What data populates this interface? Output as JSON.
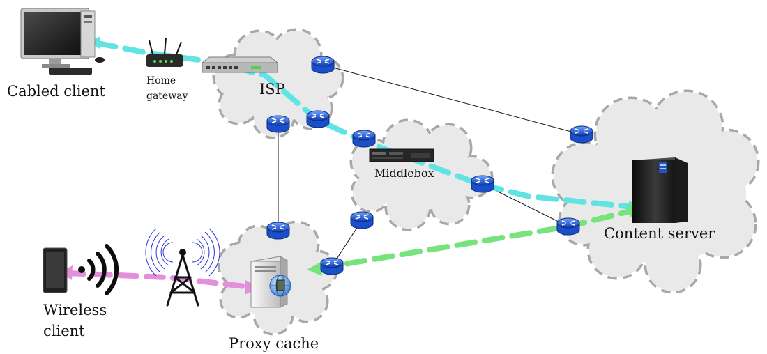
{
  "labels": {
    "cabled_client": "Cabled client",
    "home_gateway_line1": "Home",
    "home_gateway_line2": "gateway",
    "isp": "ISP",
    "middlebox": "Middlebox",
    "content_server": "Content server",
    "wireless_client_line1": "Wireless",
    "wireless_client_line2": "client",
    "proxy_cache": "Proxy cache"
  },
  "colors": {
    "cloud_fill": "#e9e9e9",
    "cloud_border": "#a8a8a8",
    "flow_cabled": "#5fe3e3",
    "flow_server_proxy": "#76e37c",
    "flow_wireless": "#e48fdc",
    "router_blue": "#1a57d6",
    "link_line": "#111111"
  },
  "icons": {
    "router": "router-icon",
    "desktop": "desktop-computer-icon",
    "wifi_router": "wifi-router-icon",
    "switch": "switch-icon",
    "rack_appliance": "rack-appliance-icon",
    "server": "server-tower-icon",
    "proxy_server": "proxy-server-icon",
    "phone": "mobile-phone-icon",
    "wifi_waves": "wifi-signal-icon",
    "antenna": "radio-tower-icon"
  }
}
